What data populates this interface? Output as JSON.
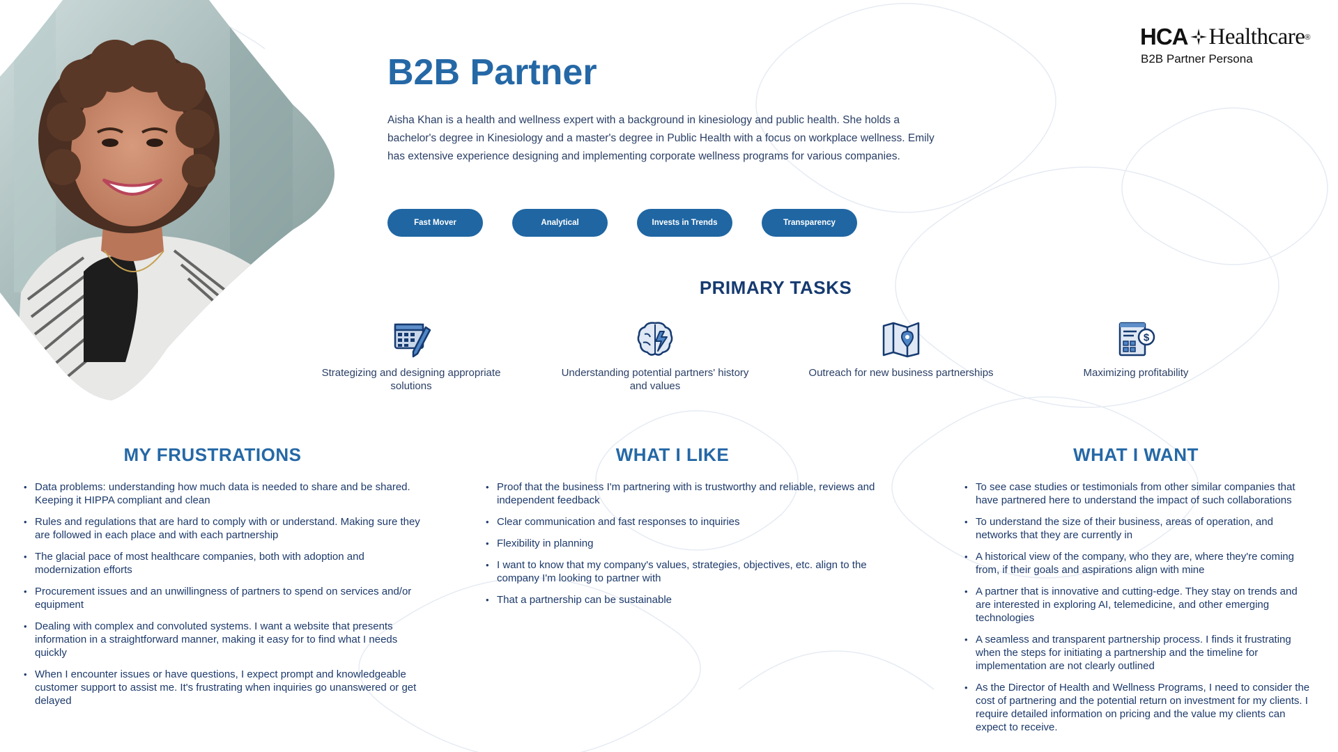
{
  "logo": {
    "brand_bold": "HCA",
    "brand_word": "Healthcare",
    "registered": "®",
    "subtitle": "B2B Partner Persona"
  },
  "persona": {
    "title": "B2B Partner",
    "bio": "Aisha Khan is a health and wellness expert with a background in kinesiology and public health. She holds a bachelor's degree in Kinesiology and a master's degree in Public Health with a focus on workplace wellness. Emily has extensive experience designing and implementing corporate wellness programs for various companies.",
    "tags": [
      "Fast Mover",
      "Analytical",
      "Invests in Trends",
      "Transparency"
    ]
  },
  "primary_tasks": {
    "heading": "PRIMARY TASKS",
    "items": [
      {
        "icon": "calculator-pencil-icon",
        "label": "Strategizing and designing appropriate solutions"
      },
      {
        "icon": "brain-lightning-icon",
        "label": "Understanding potential partners' history and values"
      },
      {
        "icon": "map-pin-icon",
        "label": "Outreach for new business partnerships"
      },
      {
        "icon": "dollar-report-icon",
        "label": "Maximizing profitability"
      }
    ]
  },
  "frustrations": {
    "heading": "MY FRUSTRATIONS",
    "items": [
      "Data problems: understanding how much data is needed to share and be shared. Keeping it HIPPA compliant and clean",
      "Rules and regulations that are hard to comply with or understand. Making sure they are followed in each place and with each partnership",
      "The glacial pace of most healthcare companies, both with adoption and modernization efforts",
      "Procurement issues and an unwillingness of partners to spend on services and/or equipment",
      "Dealing with complex and convoluted systems. I want a website that presents information in a straightforward manner, making it easy for  to find what I needs quickly",
      "When I encounter issues or have questions, I expect prompt and knowledgeable customer support to assist me. It's frustrating when inquiries go unanswered or get delayed"
    ]
  },
  "likes": {
    "heading": "WHAT I LIKE",
    "items": [
      "Proof that the business I'm partnering with is trustworthy and reliable, reviews and independent feedback",
      "Clear communication and fast responses to inquiries",
      "Flexibility in planning",
      "I want to know that my company's values, strategies, objectives, etc. align to the company I'm looking to partner with",
      "That a partnership can be sustainable"
    ]
  },
  "wants": {
    "heading": "WHAT I WANT",
    "items": [
      "To see case studies or testimonials from other similar companies that have partnered here to understand the impact of such collaborations",
      "To understand the size of their business, areas of operation, and networks that they are currently in",
      "A historical view of the company, who they are, where they're coming from, if their goals and aspirations align with mine",
      "A partner that is innovative and cutting-edge. They stay on trends and are interested in exploring AI, telemedicine, and other emerging technologies",
      "A seamless and transparent partnership process. I finds it frustrating when the steps for initiating a partnership and the timeline for implementation are not clearly outlined",
      "As the Director of Health and Wellness Programs, I need to consider the cost of partnering and the potential return on investment for my clients. I require detailed information on pricing and the value my clients can expect to receive."
    ]
  },
  "colors": {
    "accent_blue": "#2568a6",
    "navy": "#163a70",
    "tag_blue": "#1f66a3"
  }
}
